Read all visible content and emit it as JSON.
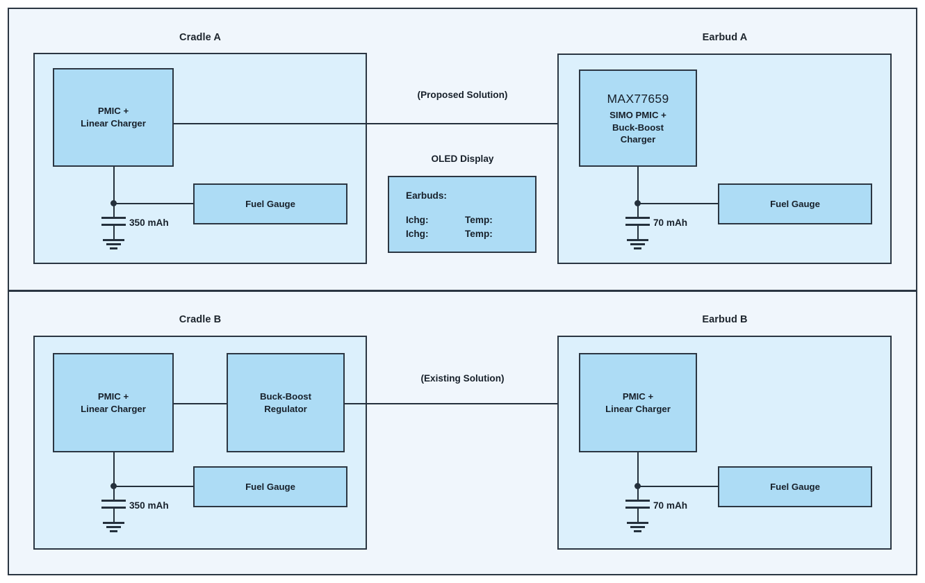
{
  "diagram": {
    "title": "Earbud charging architecture block diagram",
    "colors": {
      "page_background": "#ffffff",
      "frame_background": "#f0f6fc",
      "container_fill": "#dcf0fc",
      "block_fill": "#addcf5",
      "line": "#24303c",
      "border": "#2b3642",
      "text": "#17202a"
    }
  },
  "panels": [
    {
      "id": "top",
      "left_group": {
        "title": "Cradle A",
        "blocks": [
          {
            "name": "pmic-linear-charger",
            "line1": "PMIC +",
            "line2": "Linear Charger"
          },
          {
            "name": "fuel-gauge",
            "label": "Fuel Gauge"
          }
        ],
        "battery_label": "350 mAh"
      },
      "middle": {
        "flow_label": "(Proposed Solution)",
        "oled_caption": "OLED Display",
        "oled_screen": {
          "header": "Earbuds:",
          "rows": [
            {
              "left": "Ichg:",
              "right": "Temp:"
            },
            {
              "left": "Ichg:",
              "right": "Temp:"
            }
          ]
        }
      },
      "right_group": {
        "title": "Earbud A",
        "blocks": [
          {
            "name": "max77659",
            "ic": "MAX77659",
            "desc_line1": "SIMO PMIC +",
            "desc_line2": "Buck-Boost",
            "desc_line3": "Charger"
          },
          {
            "name": "fuel-gauge",
            "label": "Fuel Gauge"
          }
        ],
        "battery_label": "70 mAh"
      }
    },
    {
      "id": "bottom",
      "left_group": {
        "title": "Cradle B",
        "blocks": [
          {
            "name": "pmic-linear-charger",
            "line1": "PMIC +",
            "line2": "Linear Charger"
          },
          {
            "name": "buck-boost-regulator",
            "line1": "Buck-Boost",
            "line2": "Regulator"
          },
          {
            "name": "fuel-gauge",
            "label": "Fuel Gauge"
          }
        ],
        "battery_label": "350 mAh"
      },
      "middle": {
        "flow_label": "(Existing Solution)"
      },
      "right_group": {
        "title": "Earbud B",
        "blocks": [
          {
            "name": "pmic-linear-charger",
            "line1": "PMIC +",
            "line2": "Linear Charger"
          },
          {
            "name": "fuel-gauge",
            "label": "Fuel Gauge"
          }
        ],
        "battery_label": "70 mAh"
      }
    }
  ]
}
